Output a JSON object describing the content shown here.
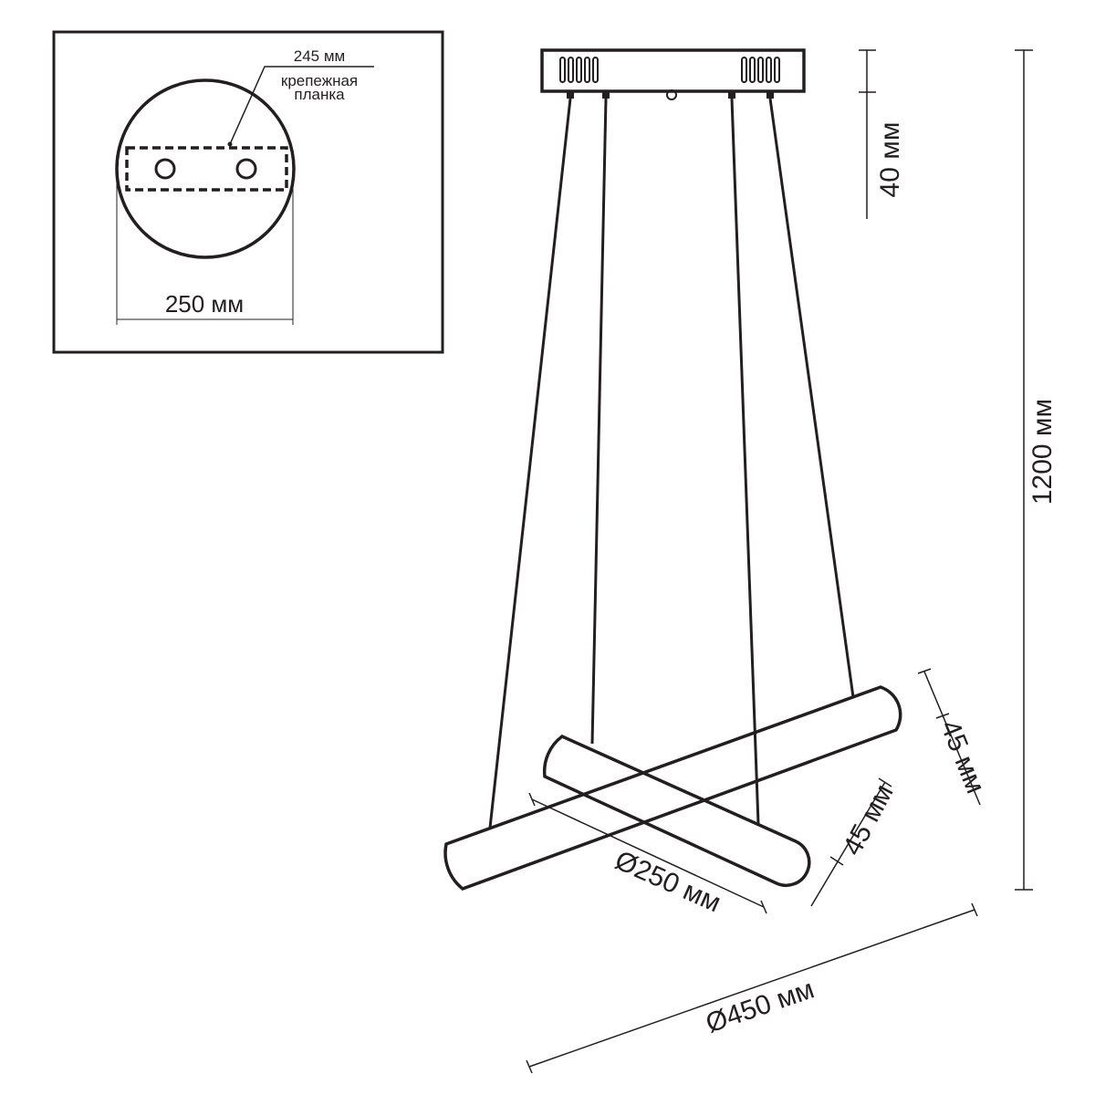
{
  "inset": {
    "plate_label": "245 мм",
    "bracket_label_line1": "крепежная",
    "bracket_label_line2": "планка",
    "canopy_diameter": "250 мм"
  },
  "dimensions": {
    "canopy_height": "40 мм",
    "total_height": "1200 мм",
    "small_ring_thickness": "45 мм",
    "large_ring_thickness": "45 мм",
    "small_ring_diameter": "Ø250 мм",
    "large_ring_diameter": "Ø450 мм"
  }
}
